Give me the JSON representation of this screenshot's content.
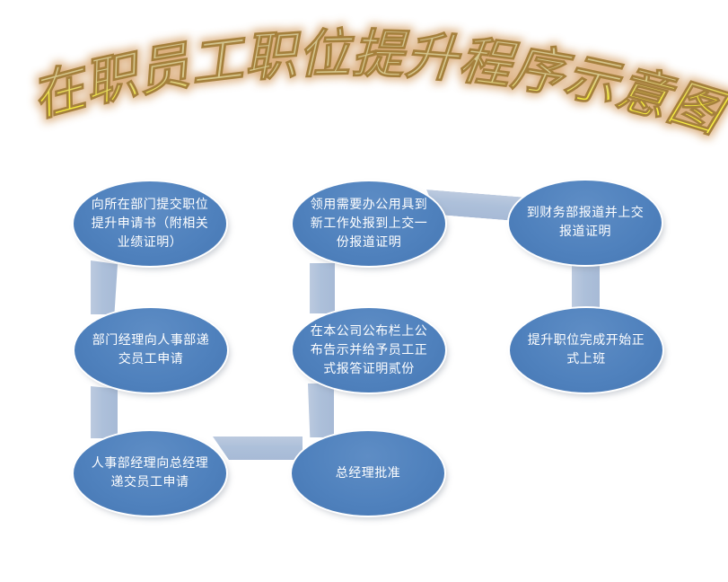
{
  "title": {
    "text": "在职员工职位提升程序示意图"
  },
  "colors": {
    "node_fill": "#4f81bd",
    "node_text": "#ffffff",
    "connector_fill": "#aebfdc",
    "title_fill": "#f2ea3c",
    "title_glow": "#d9a873",
    "background": "#ffffff"
  },
  "nodes": [
    {
      "label": "向所在部门提交职位提升申请书（附相关业绩证明）"
    },
    {
      "label": "领用需要办公用具到新工作处报到上交一份报道证明"
    },
    {
      "label": "到财务部报道并上交报道证明"
    },
    {
      "label": "部门经理向人事部递交员工申请"
    },
    {
      "label": "在本公司公布栏上公布告示并给予员工正式报答证明贰份"
    },
    {
      "label": "提升职位完成开始正式上班"
    },
    {
      "label": "人事部经理向总经理递交员工申请"
    },
    {
      "label": "总经理批准"
    }
  ]
}
